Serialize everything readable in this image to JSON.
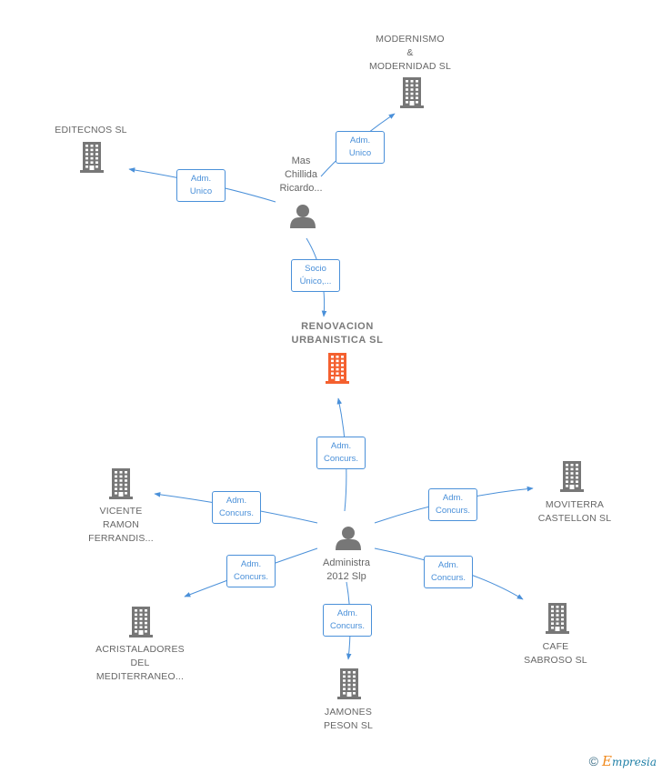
{
  "colors": {
    "company": "#777777",
    "focus": "#f4602f",
    "person": "#777777",
    "edge": "#4a90d9"
  },
  "nodes": [
    {
      "id": "modernismo",
      "kind": "company",
      "lines": [
        "MODERNISMO",
        "&",
        "MODERNIDAD SL"
      ]
    },
    {
      "id": "editecnos",
      "kind": "company",
      "lines": [
        "EDITECNOS SL"
      ]
    },
    {
      "id": "mas",
      "kind": "person",
      "lines": [
        "Mas",
        "Chillida",
        "Ricardo..."
      ]
    },
    {
      "id": "renovacion",
      "kind": "focus",
      "lines": [
        "RENOVACION",
        "URBANISTICA SL"
      ]
    },
    {
      "id": "vicente",
      "kind": "company",
      "lines": [
        "VICENTE",
        "RAMON",
        "FERRANDIS..."
      ]
    },
    {
      "id": "moviterra",
      "kind": "company",
      "lines": [
        "MOVITERRA",
        "CASTELLON SL"
      ]
    },
    {
      "id": "administra",
      "kind": "person",
      "lines": [
        "Administra",
        "2012 Slp"
      ]
    },
    {
      "id": "acristaladores",
      "kind": "company",
      "lines": [
        "ACRISTALADORES",
        "DEL",
        "MEDITERRANEO..."
      ]
    },
    {
      "id": "cafe",
      "kind": "company",
      "lines": [
        "CAFE",
        "SABROSO SL"
      ]
    },
    {
      "id": "jamones",
      "kind": "company",
      "lines": [
        "JAMONES",
        "PESON SL"
      ]
    }
  ],
  "edges": [
    {
      "from": "mas",
      "to": "modernismo",
      "label": [
        "Adm.",
        "Unico"
      ]
    },
    {
      "from": "mas",
      "to": "editecnos",
      "label": [
        "Adm.",
        "Unico"
      ]
    },
    {
      "from": "mas",
      "to": "renovacion",
      "label": [
        "Socio",
        "Único,..."
      ]
    },
    {
      "from": "administra",
      "to": "renovacion",
      "label": [
        "Adm.",
        "Concurs."
      ]
    },
    {
      "from": "administra",
      "to": "vicente",
      "label": [
        "Adm.",
        "Concurs."
      ]
    },
    {
      "from": "administra",
      "to": "moviterra",
      "label": [
        "Adm.",
        "Concurs."
      ]
    },
    {
      "from": "administra",
      "to": "acristaladores",
      "label": [
        "Adm.",
        "Concurs."
      ]
    },
    {
      "from": "administra",
      "to": "cafe",
      "label": [
        "Adm.",
        "Concurs."
      ]
    },
    {
      "from": "administra",
      "to": "jamones",
      "label": [
        "Adm.",
        "Concurs."
      ]
    }
  ],
  "brand": {
    "copyright": "©",
    "initial": "E",
    "rest": "mpresia"
  }
}
